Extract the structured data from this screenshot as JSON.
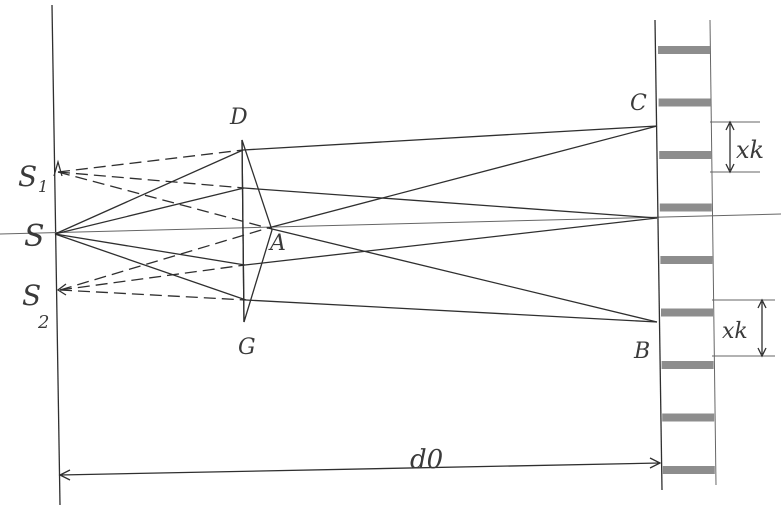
{
  "labels": {
    "source": "S",
    "source_1": "S",
    "source_1_sub": "1",
    "source_2": "S",
    "source_2_sub": "2",
    "point_a": "A",
    "point_b": "B",
    "point_c": "C",
    "point_d": "D",
    "point_g": "G",
    "fringe_width_top": "xk",
    "fringe_width_bottom": "xk",
    "distance": "d0"
  },
  "colors": {
    "ink": "#2f2f2f",
    "fringe": "#8d8d8d",
    "paper": "#ffffff"
  },
  "fringe_count": 9
}
